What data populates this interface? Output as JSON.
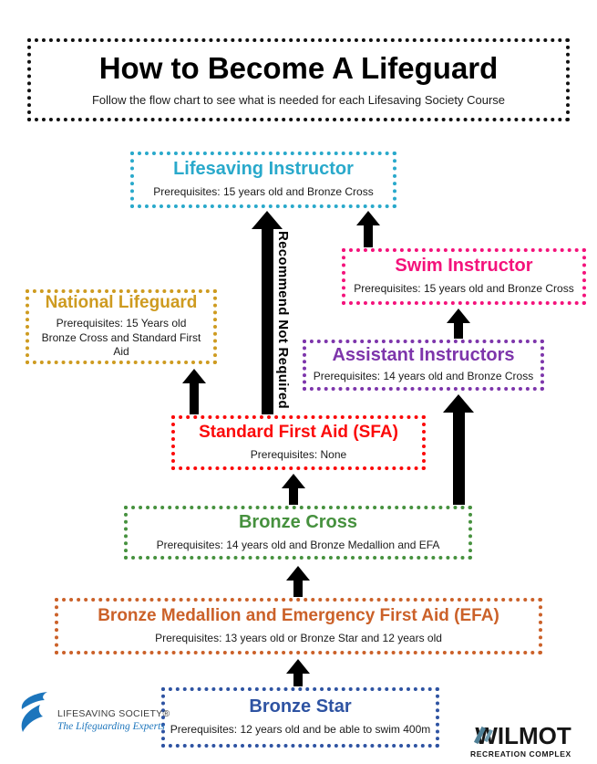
{
  "page": {
    "title": "How to Become A Lifeguard",
    "subtitle": "Follow the flow chart to see what is needed for each Lifesaving Society Course"
  },
  "flowchart": {
    "recommend_label": "Recommend Not Required",
    "boxes": [
      {
        "id": "lifesaving-instructor",
        "title": "Lifesaving Instructor",
        "prereq": "Prerequisites: 15 years old and Bronze Cross",
        "color": "#29A9CB"
      },
      {
        "id": "swim-instructor",
        "title": "Swim Instructor",
        "prereq": "Prerequisites: 15 years old and Bronze Cross",
        "color": "#F4127B"
      },
      {
        "id": "national-lifeguard",
        "title": "National Lifeguard",
        "prereq": "Prerequisites: 15 Years old Bronze Cross and Standard First Aid",
        "color": "#CE9B20"
      },
      {
        "id": "assistant-instructors",
        "title": "Assistant Instructors",
        "prereq": "Prerequisites: 14 years old and Bronze Cross",
        "color": "#7D35AB"
      },
      {
        "id": "standard-first-aid",
        "title": "Standard First Aid (SFA)",
        "prereq": "Prerequisites: None",
        "color": "#FB0A0A"
      },
      {
        "id": "bronze-cross",
        "title": "Bronze Cross",
        "prereq": "Prerequisites: 14 years old and Bronze Medallion and EFA",
        "color": "#46913E"
      },
      {
        "id": "bronze-medallion-efa",
        "title": "Bronze Medallion and Emergency First Aid (EFA)",
        "prereq": "Prerequisites: 13 years old or Bronze Star and 12 years old",
        "color": "#CB6129"
      },
      {
        "id": "bronze-star",
        "title": "Bronze Star",
        "prereq": "Prerequisites: 12 years old and be able to swim 400m",
        "color": "#2E53A2"
      }
    ]
  },
  "logos": {
    "lifesaving_society": {
      "name": "LIFESAVING SOCIETY®",
      "tagline": "The Lifeguarding Experts",
      "brand_color": "#1C75BC"
    },
    "wilmot": {
      "name": "WILMOT",
      "subtext": "RECREATION COMPLEX"
    }
  }
}
